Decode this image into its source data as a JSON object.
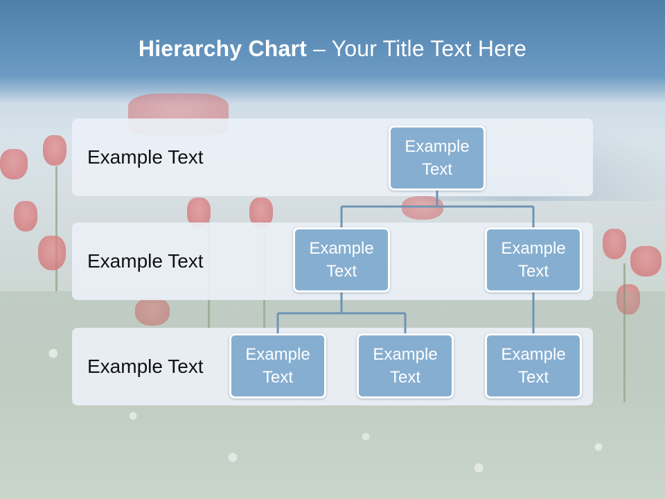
{
  "slide": {
    "title_bold": "Hierarchy Chart",
    "title_rest": " – Your Title Text Here"
  },
  "rows": [
    {
      "label": "Example Text"
    },
    {
      "label": "Example Text"
    },
    {
      "label": "Example Text"
    }
  ],
  "nodes": {
    "root": "Example Text",
    "level2_left": "Example Text",
    "level2_right": "Example Text",
    "level3_left": "Example Text",
    "level3_middle": "Example Text",
    "level3_right": "Example Text"
  },
  "colors": {
    "node_fill": "#86aed0",
    "node_border": "#ffffff",
    "connector": "#6f93b3",
    "band_fill": "#eaf0f6",
    "title_text": "#ffffff"
  }
}
